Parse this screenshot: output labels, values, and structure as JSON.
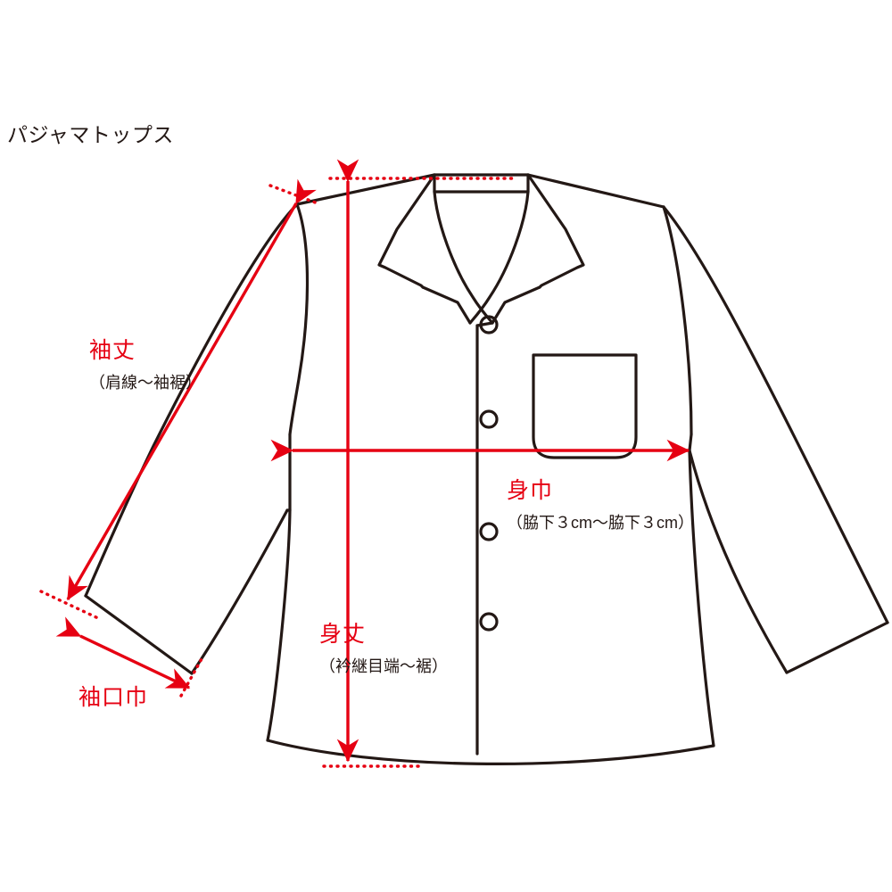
{
  "page": {
    "title": "パジャマトップス",
    "background_color": "#ffffff",
    "line_color": "#231815",
    "measure_color": "#e60012"
  },
  "measurements": [
    {
      "id": "sleeve-length",
      "name": "袖丈",
      "detail": "（肩線〜袖裾）",
      "label_x": 100,
      "label_y": 373,
      "align": "left"
    },
    {
      "id": "cuff-width",
      "name": "袖口巾",
      "detail": "",
      "label_x": 88,
      "label_y": 762,
      "align": "left"
    },
    {
      "id": "body-width",
      "name": "身巾",
      "detail": "（脇下３cm〜脇下３cm）",
      "label_x": 568,
      "label_y": 530,
      "align": "left"
    },
    {
      "id": "body-length",
      "name": "身丈",
      "detail": "（衿継目端〜裾）",
      "label_x": 358,
      "label_y": 691,
      "align": "left"
    }
  ],
  "garment": {
    "type": "pajama-top",
    "features": [
      "open-camp-collar",
      "button-placket",
      "chest-patch-pocket",
      "long-sleeves",
      "curved-hem"
    ],
    "button_count": 4
  },
  "icons": {
    "arrow": "measurement-arrow",
    "dotted": "extension-line"
  }
}
